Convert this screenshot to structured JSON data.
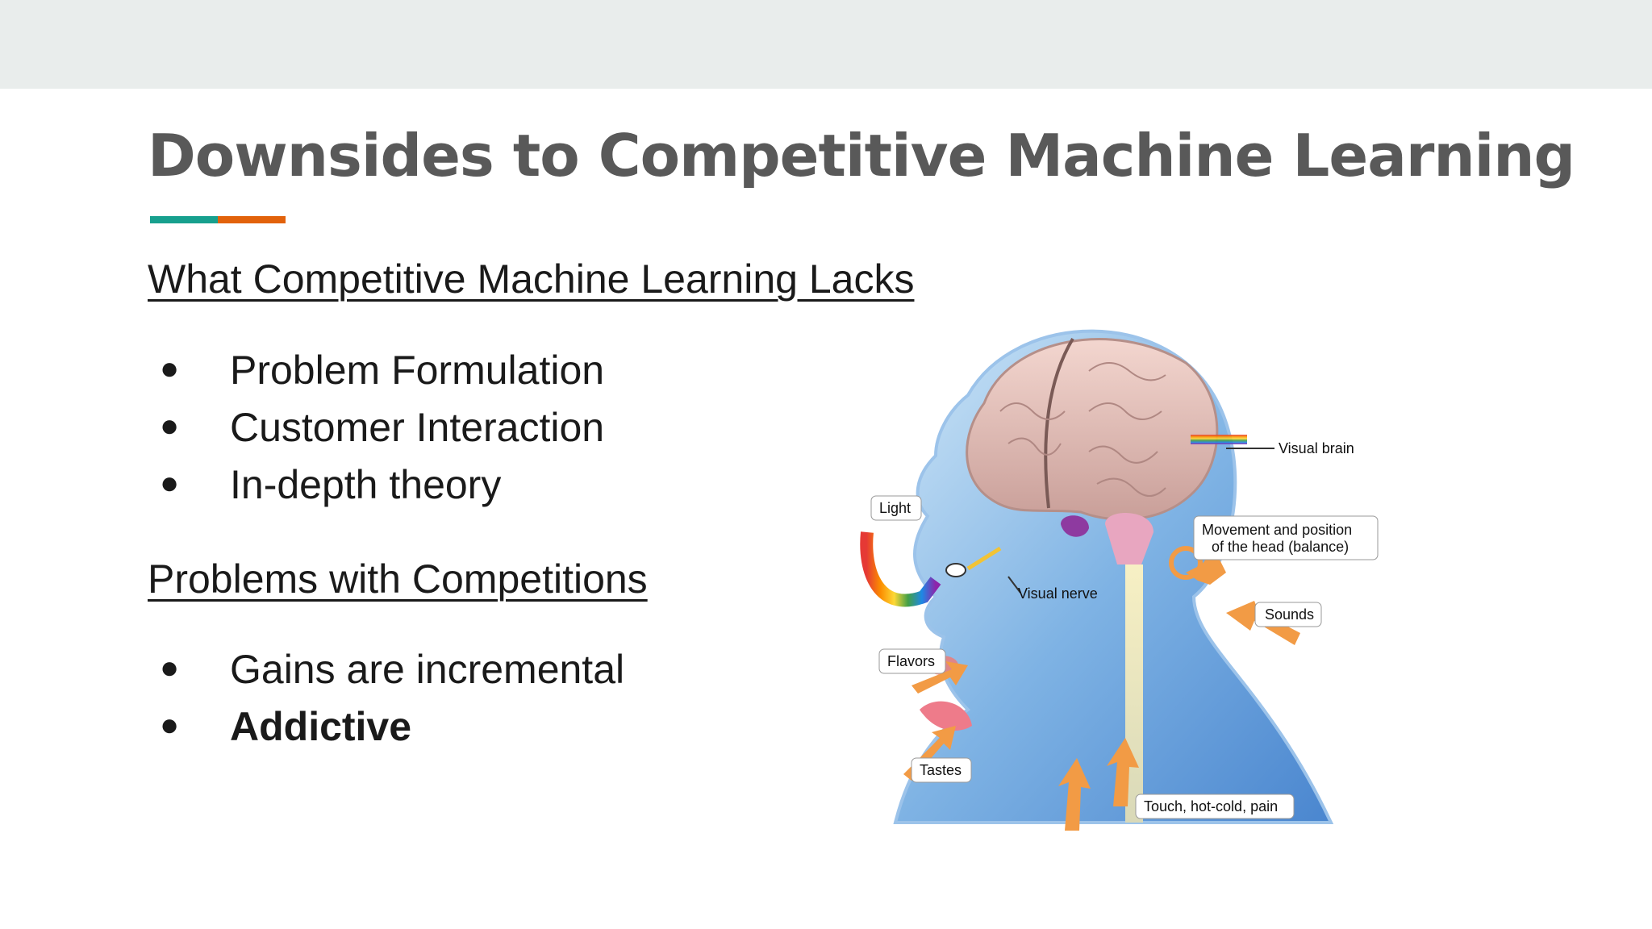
{
  "slide": {
    "title": "Downsides to Competitive Machine Learning",
    "accent_colors": [
      "#17a08e",
      "#e2620b"
    ],
    "section1": {
      "heading": "What Competitive Machine Learning Lacks",
      "items": [
        {
          "text": "Problem Formulation",
          "bold": false
        },
        {
          "text": "Customer Interaction",
          "bold": false
        },
        {
          "text": "In-depth theory",
          "bold": false
        }
      ]
    },
    "section2": {
      "heading": "Problems with Competitions",
      "items": [
        {
          "text": "Gains are incremental",
          "bold": false
        },
        {
          "text": "Addictive",
          "bold": true
        }
      ]
    },
    "bullet_glyph": "●",
    "figure": {
      "labels": {
        "visual_brain": "Visual brain",
        "light": "Light",
        "balance_line1": "Movement and position",
        "balance_line2": "of the head (balance)",
        "visual_nerve": "Visual nerve",
        "sounds": "Sounds",
        "flavors": "Flavors",
        "tastes": "Tastes",
        "touch": "Touch, hot-cold, pain"
      }
    }
  }
}
